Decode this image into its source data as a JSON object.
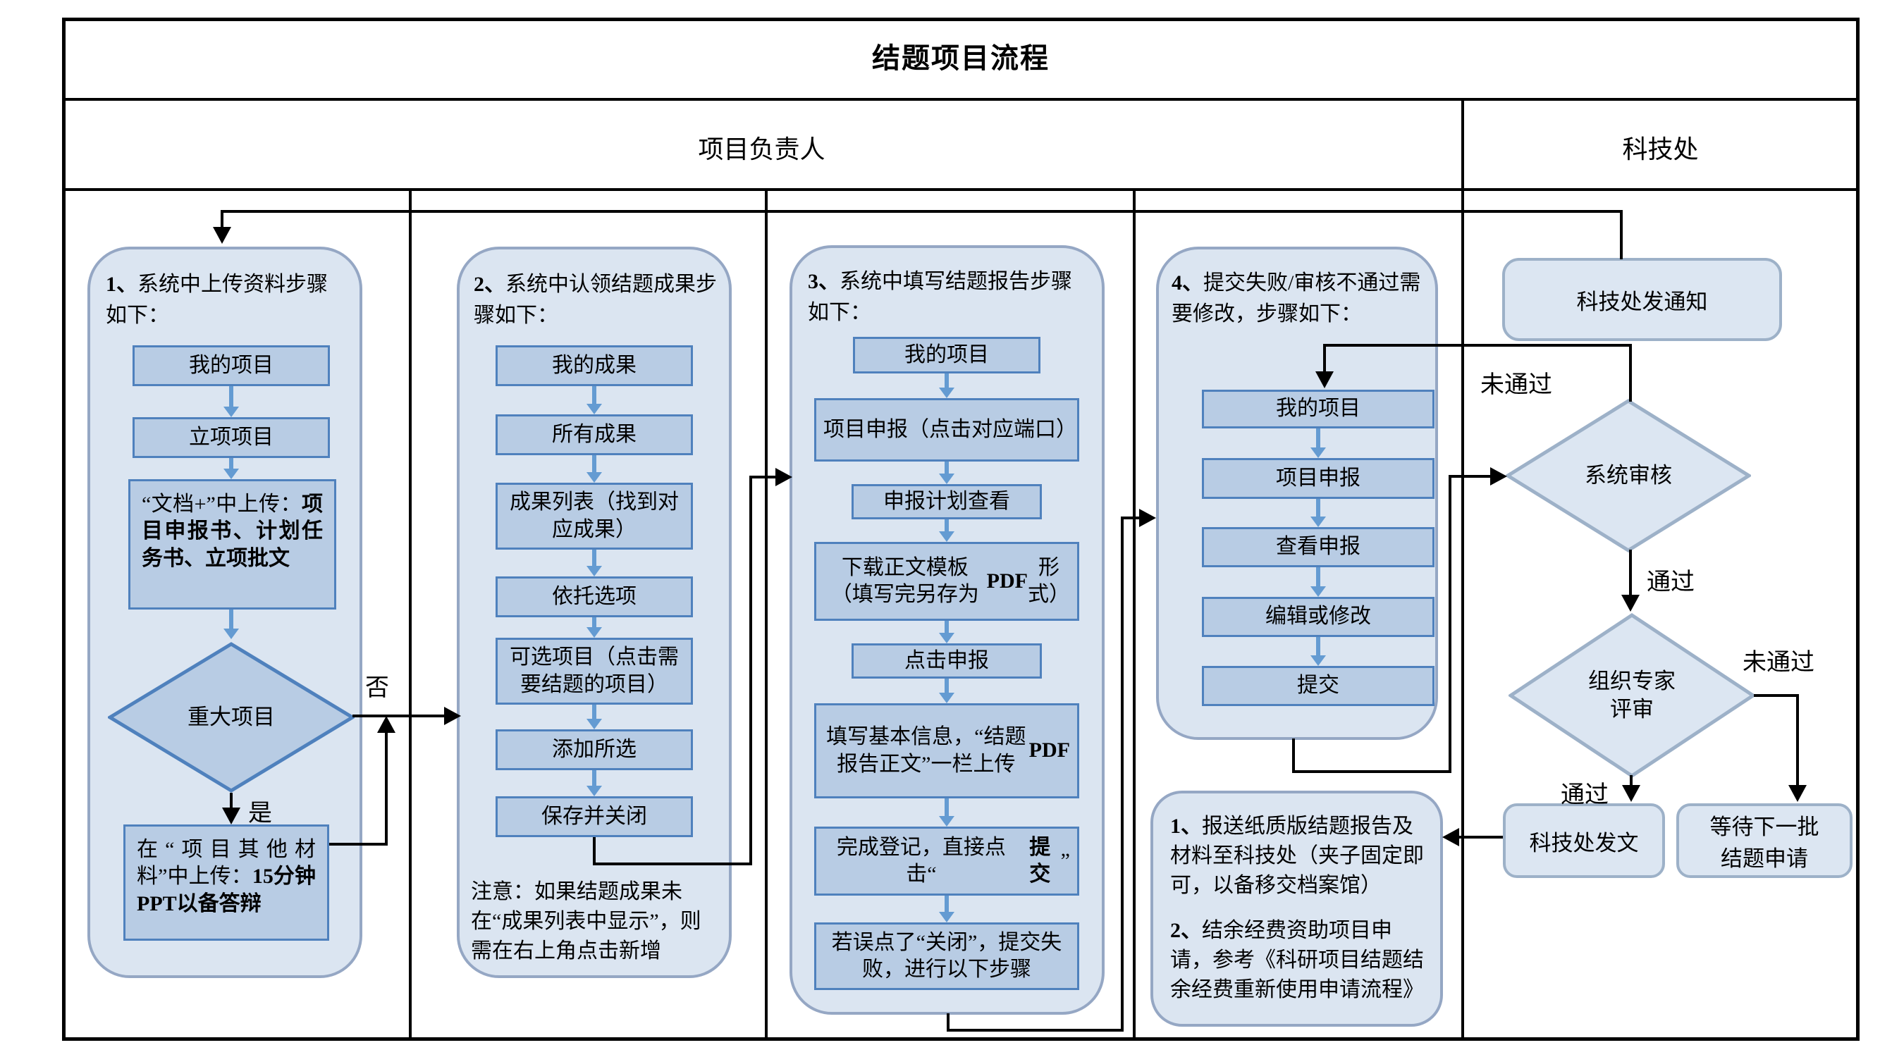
{
  "title": "结题项目流程",
  "lanes": {
    "left": "项目负责人",
    "right": "科技处"
  },
  "labels": {
    "no1": "否",
    "yes1": "是",
    "fail_top": "未通过",
    "pass_top": "通过",
    "pass_bottom": "通过",
    "fail_bottom": "未通过"
  },
  "col1": {
    "header_num": "1、",
    "header": "系统中上传资料步骤如下：",
    "step1": "我的项目",
    "step2": "立项项目",
    "step3_pre": "“文档+”中上传：",
    "step3_bold": "项目申报书、计划任务书、立项批文",
    "decision": "重大项目",
    "step4_pre": "在“项目其他材料”中上传：",
    "step4_bold": "15分钟PPT以备答辩"
  },
  "col2": {
    "header_num": "2、",
    "header": "系统中认领结题成果步骤如下：",
    "step1": "我的成果",
    "step2": "所有成果",
    "step3": "成果列表（找到对应成果）",
    "step4": "依托选项",
    "step5": "可选项目（点击需要结题的项目）",
    "step6": "添加所选",
    "step7": "保存并关闭",
    "note": "注意：如果结题成果未在“成果列表中显示”，则需在右上角点击新增"
  },
  "col3": {
    "header_num": "3、",
    "header": "系统中填写结题报告步骤如下：",
    "step1": "我的项目",
    "step2": "项目申报（点击对应端口）",
    "step3": "申报计划查看",
    "step4_pre": "下载正文模板（填写完另存为",
    "step4_bold": "PDF",
    "step4_post": "形式）",
    "step5": "点击申报",
    "step6_pre": "填写基本信息，“结题报告正文”一栏上传\n",
    "step6_bold": "PDF",
    "step7_pre": "完成登记，直接点击“",
    "step7_bold": "提交",
    "step7_post": "”",
    "step8": "若误点了“关闭”，提交失败，进行以下步骤"
  },
  "col4": {
    "header_num": "4、",
    "header": "提交失败/审核不通过需要修改，步骤如下：",
    "step1": "我的项目",
    "step2": "项目申报",
    "step3": "查看申报",
    "step4": "编辑或修改",
    "step5": "提交"
  },
  "notes": {
    "item1_num": "1、",
    "item1": "报送纸质版结题报告及材料至科技处（夹子固定即可，以备移交档案馆）",
    "item2_num": "2、",
    "item2": "结余经费资助项目申请，参考《科研项目结题结余经费重新使用申请流程》"
  },
  "office": {
    "notify": "科技处发通知",
    "review_system": "系统审核",
    "review_expert": "组织专家\n评审",
    "issue": "科技处发文",
    "wait": "等待下一批\n结题申请"
  },
  "colors": {
    "container_fill": "#dbe5f1",
    "container_border": "#95a7c4",
    "step_fill": "#b8cce4",
    "step_border": "#4f81bd",
    "office_fill": "#dce6f2",
    "office_border": "#9db1c8",
    "blue_arrow": "#649bd2",
    "line": "#000000"
  }
}
